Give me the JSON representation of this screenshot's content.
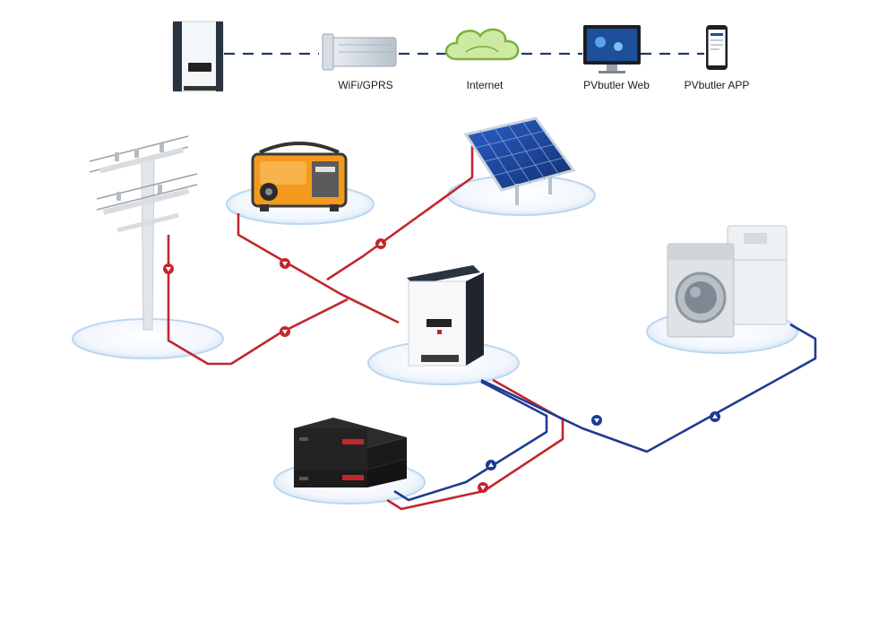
{
  "top_row": {
    "items": [
      {
        "id": "inverter",
        "label": ""
      },
      {
        "id": "wifi-gprs",
        "label": "WiFi/GPRS"
      },
      {
        "id": "internet",
        "label": "Internet"
      },
      {
        "id": "pvbutler-web",
        "label": "PVbutler Web"
      },
      {
        "id": "pvbutler-app",
        "label": "PVbutler APP"
      }
    ]
  },
  "colors": {
    "ac_line": "#c1272d",
    "dc_line": "#1f3a93",
    "link_dash": "#1f3a6b",
    "platform": "#e8f1fb",
    "platform_edge": "#bcd6f0",
    "cloud": "#8dc63f"
  },
  "nodes": [
    "utility-grid",
    "generator",
    "solar-panel",
    "hybrid-inverter",
    "appliances",
    "battery-pack"
  ],
  "icons": [
    "inverter-icon",
    "wifi-dongle-icon",
    "cloud-icon",
    "monitor-icon",
    "phone-icon",
    "flow-arrow-icon"
  ]
}
